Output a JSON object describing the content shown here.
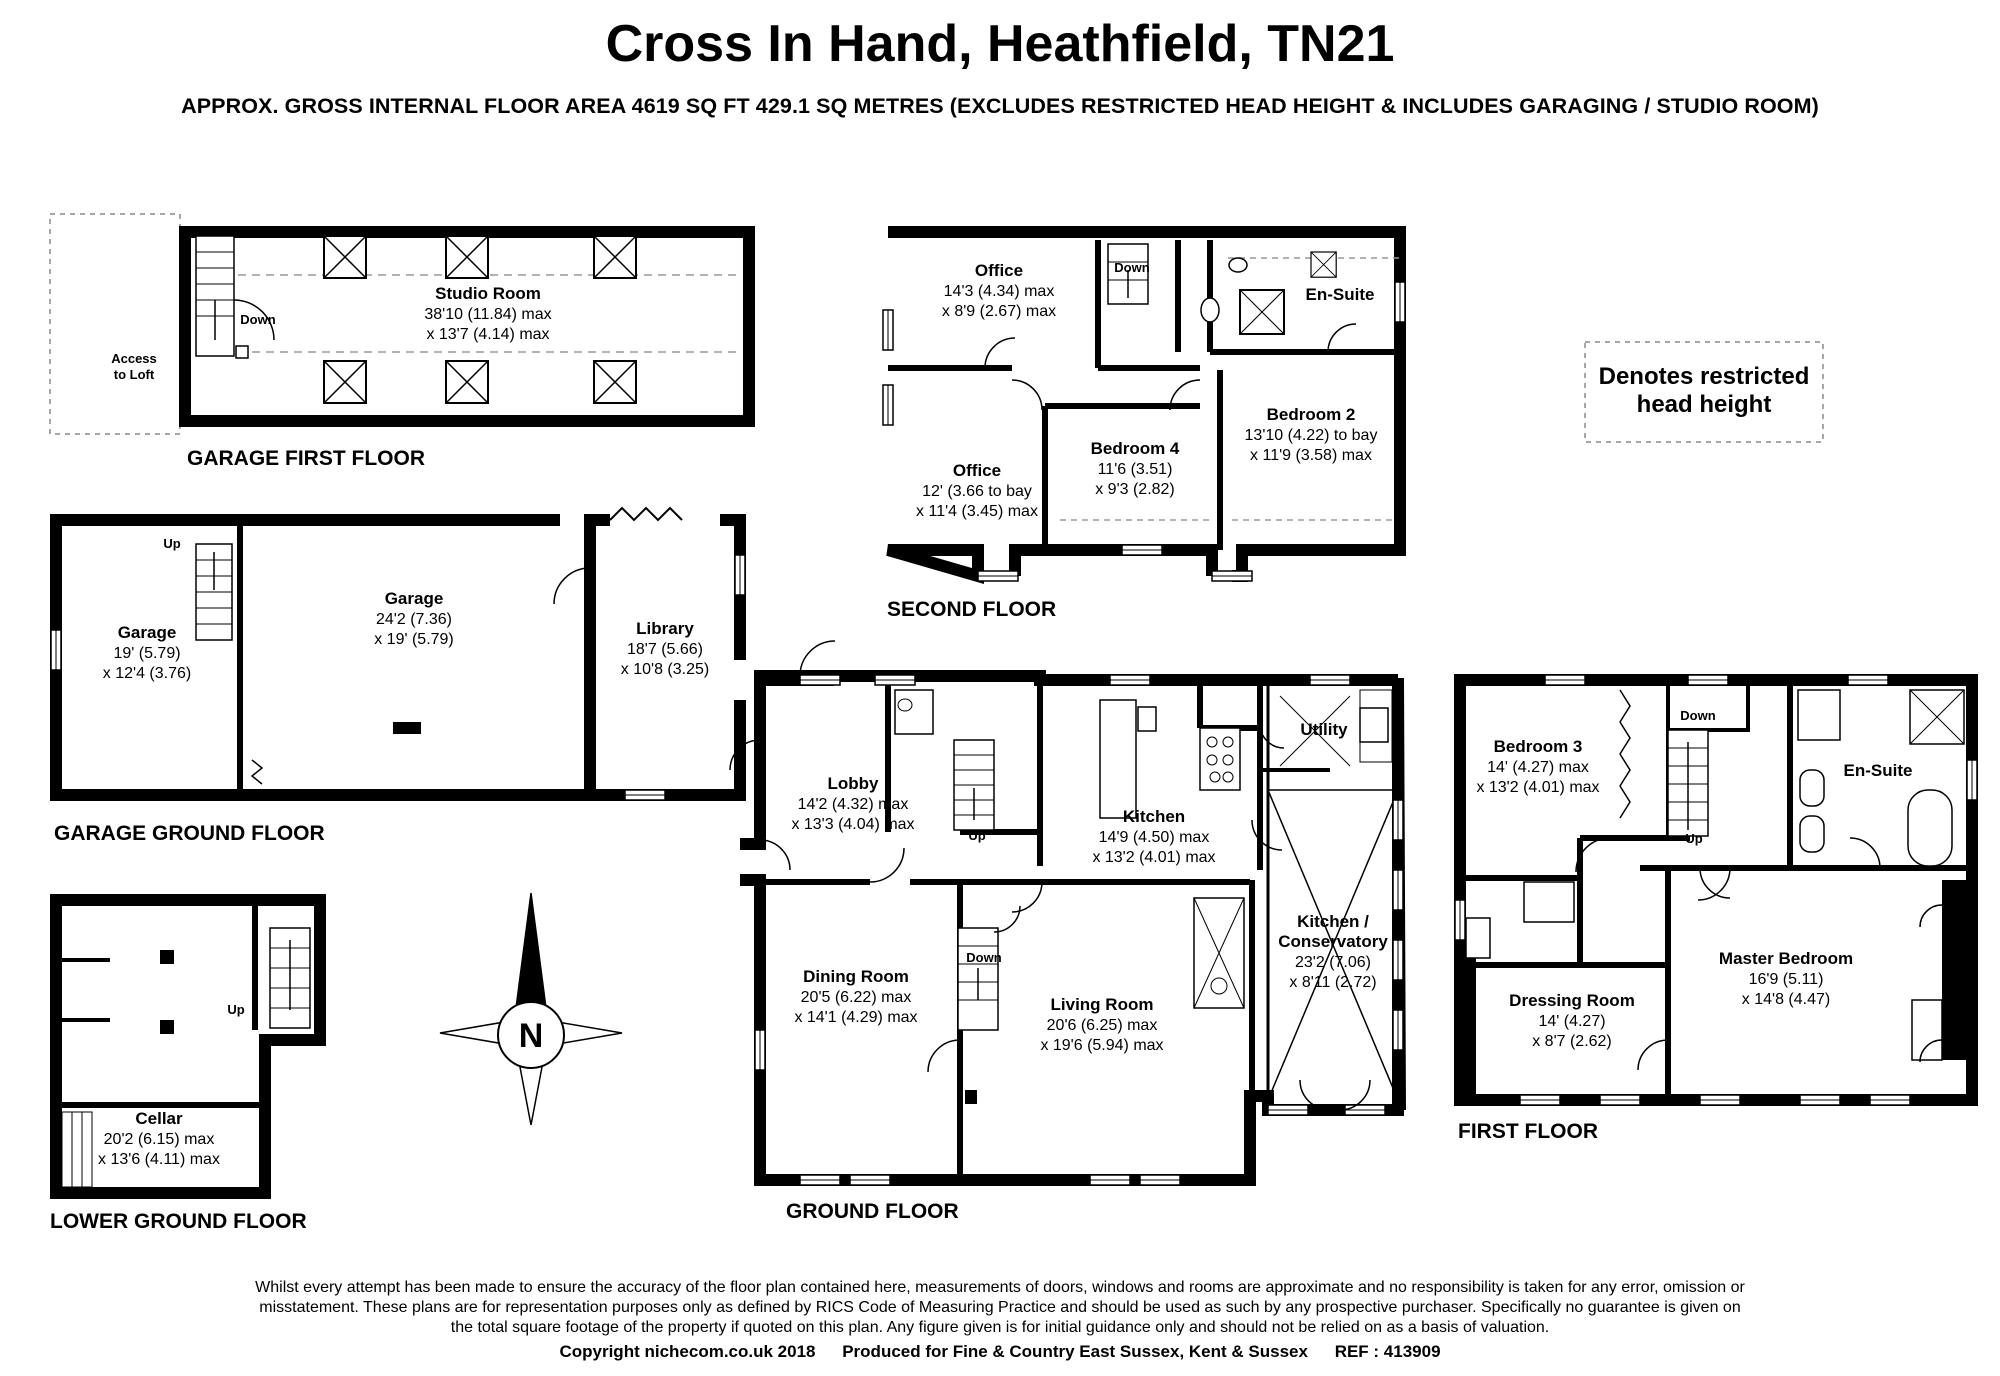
{
  "header": {
    "title": "Cross In Hand, Heathfield, TN21",
    "subtitle": "APPROX. GROSS INTERNAL FLOOR AREA 4619 SQ FT 429.1 SQ METRES (EXCLUDES RESTRICTED HEAD HEIGHT & INCLUDES GARAGING / STUDIO ROOM)"
  },
  "floors": {
    "garage_first": "GARAGE FIRST FLOOR",
    "second": "SECOND FLOOR",
    "garage_ground": "GARAGE GROUND FLOOR",
    "lower_ground": "LOWER GROUND FLOOR",
    "ground": "GROUND FLOOR",
    "first": "FIRST FLOOR"
  },
  "legend": {
    "line1": "Denotes restricted",
    "line2": "head height"
  },
  "compass": {
    "letter": "N"
  },
  "rooms": {
    "studio": {
      "name": "Studio Room",
      "d1": "38'10 (11.84) max",
      "d2": "x 13'7 (4.14) max"
    },
    "office1": {
      "name": "Office",
      "d1": "14'3 (4.34) max",
      "d2": "x 8'9 (2.67) max"
    },
    "ensuite2": {
      "name": "En-Suite"
    },
    "office2": {
      "name": "Office",
      "d1": "12' (3.66 to bay",
      "d2": "x 11'4 (3.45) max"
    },
    "bedroom4": {
      "name": "Bedroom 4",
      "d1": "11'6 (3.51)",
      "d2": "x 9'3 (2.82)"
    },
    "bedroom2": {
      "name": "Bedroom 2",
      "d1": "13'10 (4.22) to bay",
      "d2": "x 11'9 (3.58) max"
    },
    "garage_small": {
      "name": "Garage",
      "d1": "19' (5.79)",
      "d2": "x 12'4 (3.76)"
    },
    "garage_large": {
      "name": "Garage",
      "d1": "24'2 (7.36)",
      "d2": "x 19' (5.79)"
    },
    "library": {
      "name": "Library",
      "d1": "18'7 (5.66)",
      "d2": "x 10'8 (3.25)"
    },
    "lobby": {
      "name": "Lobby",
      "d1": "14'2 (4.32) max",
      "d2": "x 13'3 (4.04) max"
    },
    "kitchen": {
      "name": "Kitchen",
      "d1": "14'9 (4.50) max",
      "d2": "x 13'2 (4.01) max"
    },
    "utility": {
      "name": "Utility"
    },
    "conservatory": {
      "name1": "Kitchen /",
      "name2": "Conservatory",
      "d1": "23'2 (7.06)",
      "d2": "x 8'11 (2.72)"
    },
    "dining": {
      "name": "Dining Room",
      "d1": "20'5 (6.22) max",
      "d2": "x 14'1 (4.29) max"
    },
    "living": {
      "name": "Living Room",
      "d1": "20'6 (6.25) max",
      "d2": "x 19'6 (5.94) max"
    },
    "cellar": {
      "name": "Cellar",
      "d1": "20'2 (6.15) max",
      "d2": "x 13'6 (4.11) max"
    },
    "bedroom3": {
      "name": "Bedroom 3",
      "d1": "14' (4.27) max",
      "d2": "x 13'2 (4.01) max"
    },
    "ensuite1": {
      "name": "En-Suite"
    },
    "master": {
      "name": "Master Bedroom",
      "d1": "16'9 (5.11)",
      "d2": "x 14'8 (4.47)"
    },
    "dressing": {
      "name": "Dressing Room",
      "d1": "14' (4.27)",
      "d2": "x 8'7 (2.62)"
    }
  },
  "labels": {
    "down": "Down",
    "up": "Up",
    "access1": "Access",
    "access2": "to Loft"
  },
  "footer": {
    "disclaimer1": "Whilst every attempt has been made to ensure the accuracy of the floor plan contained here, measurements of doors, windows and rooms are approximate and no responsibility is taken for any error, omission or",
    "disclaimer2": "misstatement. These plans are for representation purposes only as defined by RICS Code of Measuring Practice and should be used as such by any prospective purchaser.  Specifically no guarantee is given on",
    "disclaimer3": "the total square footage of the property if quoted on this plan. Any figure given is for initial guidance only and should not be relied on as a basis of valuation.",
    "copyright": "Copyright nichecom.co.uk 2018",
    "produced": "Produced for Fine & Country East Sussex, Kent & Sussex",
    "ref": "REF : 413909"
  }
}
